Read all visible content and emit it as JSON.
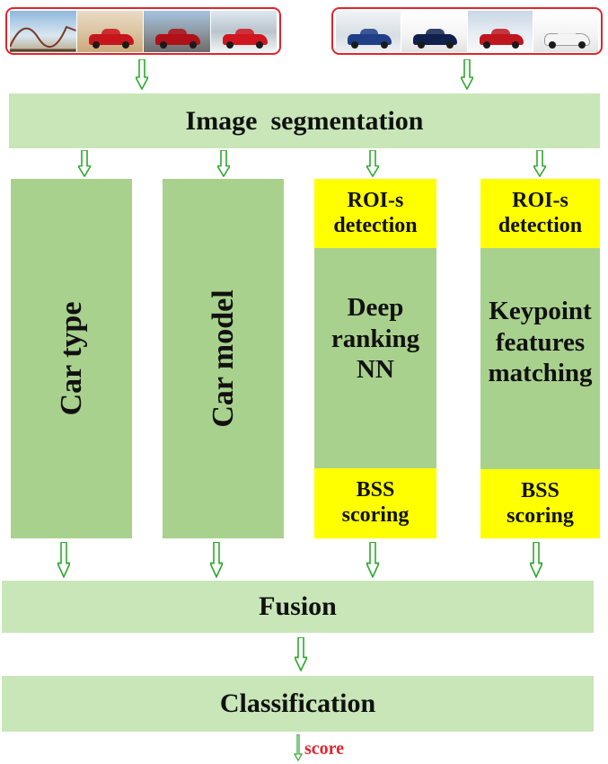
{
  "input_images_left": [
    "roller-coaster-photo",
    "red-sports-car-desert-photo",
    "red-car-mountain-road-photo",
    "red-car-snow-mountain-photo"
  ],
  "input_images_right": [
    "blue-car-snow-photo",
    "dark-blue-car-photo",
    "red-car-snow-photo",
    "white-car-photo"
  ],
  "stages": {
    "segmentation": "Image  segmentation",
    "fusion": "Fusion",
    "classification": "Classification"
  },
  "columns": {
    "car_type": "Car type",
    "car_model": "Car model",
    "deep_ranking": {
      "top": "ROI-s\ndetection",
      "middle": "Deep\nranking\nNN",
      "bottom": "BSS\nscoring"
    },
    "keypoint": {
      "top": "ROI-s\ndetection",
      "middle": "Keypoint\nfeatures\nmatching",
      "bottom": "BSS\nscoring"
    }
  },
  "output_label": "score",
  "colors": {
    "light_green": "#c8e6b7",
    "column_green": "#a9d18e",
    "yellow": "#ffff00",
    "arrow_green": "#2ea82e",
    "red": "#e0242c"
  }
}
